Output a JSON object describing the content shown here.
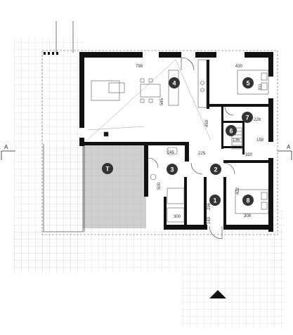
{
  "rooms": [
    {
      "id": "room-4",
      "label": "4"
    },
    {
      "id": "room-5",
      "label": "5"
    },
    {
      "id": "room-7",
      "label": "7"
    },
    {
      "id": "room-6",
      "label": "6"
    },
    {
      "id": "room-3",
      "label": "3"
    },
    {
      "id": "room-2",
      "label": "2"
    },
    {
      "id": "room-1",
      "label": "1"
    },
    {
      "id": "room-8",
      "label": "8"
    },
    {
      "id": "room-t",
      "label": "T"
    }
  ],
  "dimensions": {
    "d798": "798",
    "d430": "430",
    "d311": "311",
    "d545": "545",
    "d459": "459",
    "d226": "226",
    "d136": "136",
    "d158": "158",
    "d320": "320",
    "d245": "245",
    "d225": "225",
    "d500": "500",
    "d296": "296",
    "d183": "183",
    "d300": "300",
    "d422": "422",
    "d308": "308"
  },
  "section_marks": {
    "left": "A",
    "right": "A"
  }
}
